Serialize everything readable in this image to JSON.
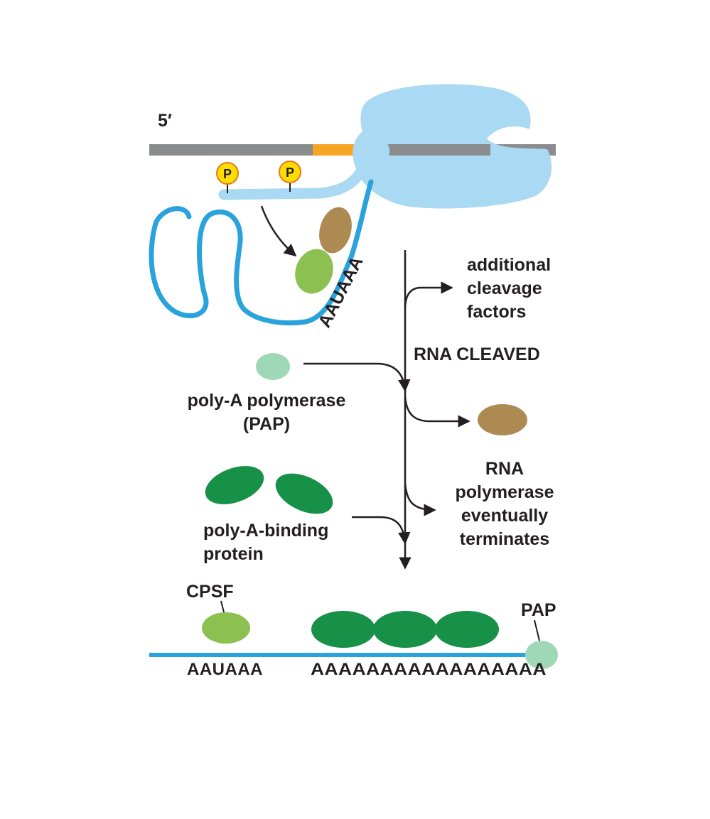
{
  "labels": {
    "five_prime": "5′",
    "phosphate": "P",
    "aauaaa_on_rna": "AAUAAA",
    "additional_cleavage_factors": [
      "additional",
      "cleavage",
      "factors"
    ],
    "rna_cleaved": "RNA CLEAVED",
    "poly_a_polymerase": [
      "poly-A polymerase",
      "(PAP)"
    ],
    "rna_polymerase_terminates": [
      "RNA",
      "polymerase",
      "eventually",
      "terminates"
    ],
    "poly_a_binding_protein": [
      "poly-A-binding",
      "protein"
    ],
    "cpsf": "CPSF",
    "pap": "PAP",
    "aauaaa_final": "AAUAAA",
    "poly_a_tail": "AAAAAAAAAAAAAAAAA"
  },
  "colors": {
    "dna": "#8a8c8e",
    "dna_highlight": "#f5a623",
    "rna_polymerase": "#a9d9f3",
    "rna": "#2aa2dc",
    "phosphate_fill": "#ffdd00",
    "phosphate_stroke": "#e8791d",
    "cstf": "#ad8a52",
    "cpsf": "#8cc152",
    "pap": "#9fd8b6",
    "pabp": "#179148",
    "arrow": "#231f20"
  }
}
